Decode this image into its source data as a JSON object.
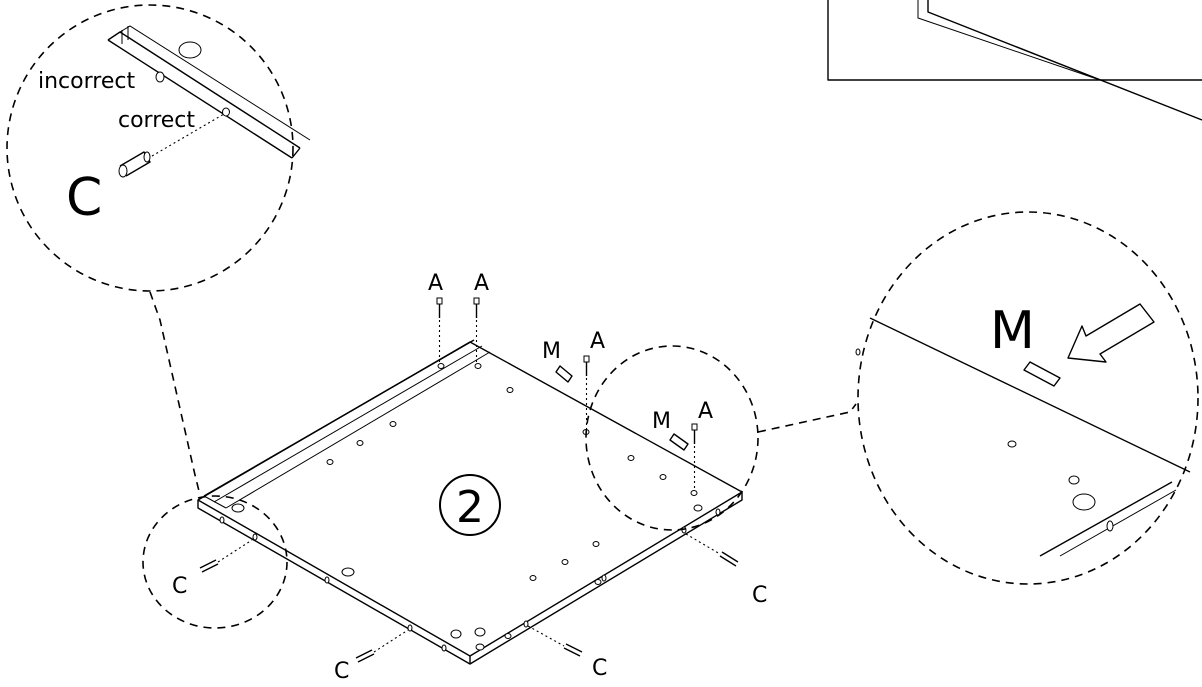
{
  "step_number": "2",
  "labels": {
    "screw_a": "A",
    "pad_m": "M",
    "dowel_c": "C",
    "incorrect": "incorrect",
    "correct": "correct"
  }
}
